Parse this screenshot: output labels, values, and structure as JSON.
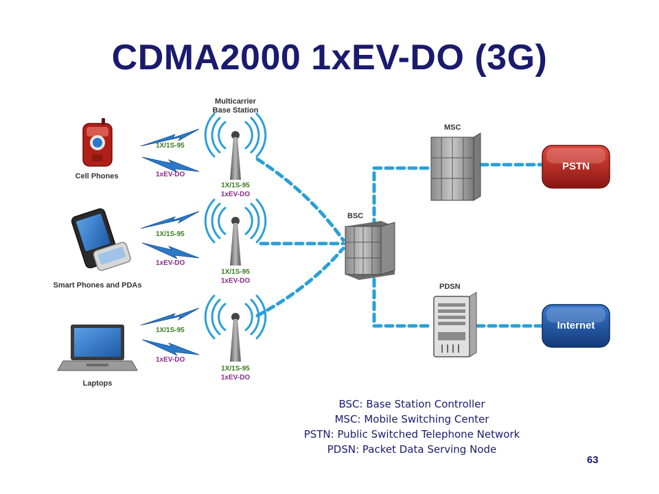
{
  "title": "CDMA2000 1xEV-DO (3G)",
  "devices": [
    {
      "label": "Cell Phones"
    },
    {
      "label": "Smart Phones and PDAs"
    },
    {
      "label": "Laptops"
    }
  ],
  "base_station_header": "Multicarrier\nBase Station",
  "signal_labels": {
    "first": "1X/1S-95",
    "second": "1xEV-DO"
  },
  "nodes": {
    "bsc": "BSC",
    "msc": "MSC",
    "pdsn": "PDSN"
  },
  "clouds": {
    "pstn": "PSTN",
    "internet": "Internet"
  },
  "legend": [
    "BSC: Base Station Controller",
    "MSC: Mobile Switching Center",
    "PSTN: Public Switched Telephone Network",
    "PDSN: Packet Data Serving Node"
  ],
  "page_number": "63",
  "colors": {
    "title": "#1a1a6e",
    "link": "#2a9fd6",
    "signal_green": "#3a7a1e",
    "signal_purple": "#8a2a8a",
    "pstn": "#b0201c",
    "internet": "#1e4f9a"
  }
}
